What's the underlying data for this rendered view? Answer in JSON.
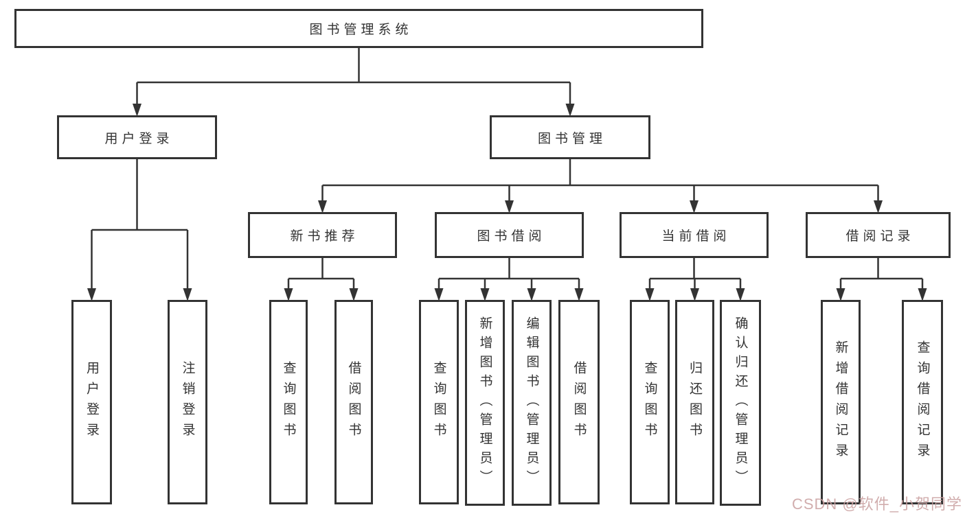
{
  "diagram": {
    "title": "图书管理系统",
    "nodes": [
      {
        "id": "root",
        "label": "图书管理系统"
      },
      {
        "id": "user-login",
        "label": "用户登录"
      },
      {
        "id": "book-mgmt",
        "label": "图书管理"
      },
      {
        "id": "new-book-rec",
        "label": "新书推荐"
      },
      {
        "id": "book-borrow",
        "label": "图书借阅"
      },
      {
        "id": "current-borrow",
        "label": "当前借阅"
      },
      {
        "id": "borrow-records",
        "label": "借阅记录"
      },
      {
        "id": "login-action",
        "label": "用户登录"
      },
      {
        "id": "logout-action",
        "label": "注销登录"
      },
      {
        "id": "query-books-1",
        "label": "查询图书"
      },
      {
        "id": "borrow-books-1",
        "label": "借阅图书"
      },
      {
        "id": "query-books-2",
        "label": "查询图书"
      },
      {
        "id": "add-books-admin",
        "label": "新增图书（管理员）"
      },
      {
        "id": "edit-books-admin",
        "label": "编辑图书（管理员）"
      },
      {
        "id": "borrow-books-2",
        "label": "借阅图书"
      },
      {
        "id": "query-books-3",
        "label": "查询图书"
      },
      {
        "id": "return-books",
        "label": "归还图书"
      },
      {
        "id": "confirm-return-admin",
        "label": "确认归还（管理员）"
      },
      {
        "id": "add-borrow-record",
        "label": "新增借阅记录"
      },
      {
        "id": "query-borrow-record",
        "label": "查询借阅记录"
      }
    ]
  },
  "watermark": {
    "text": "CSDN @软件_小贺同学"
  },
  "colors": {
    "background": "#ffffff",
    "border": "#333333",
    "line": "#333333",
    "text": "#333333",
    "watermark": "#c99f9f"
  }
}
